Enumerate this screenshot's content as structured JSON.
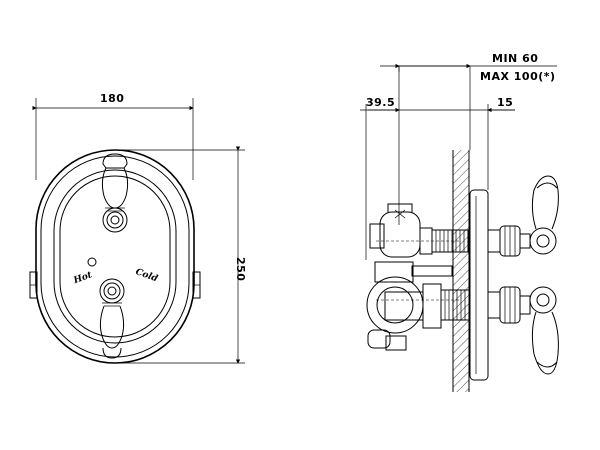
{
  "dimensions": {
    "width_label": "180",
    "height_label": "250",
    "depth_left_label": "39.5",
    "depth_right_label": "15",
    "min_label": "MIN 60",
    "max_label": "MAX 100(*)"
  },
  "handle_labels": {
    "hot": "Hot",
    "cold": "Cold"
  }
}
